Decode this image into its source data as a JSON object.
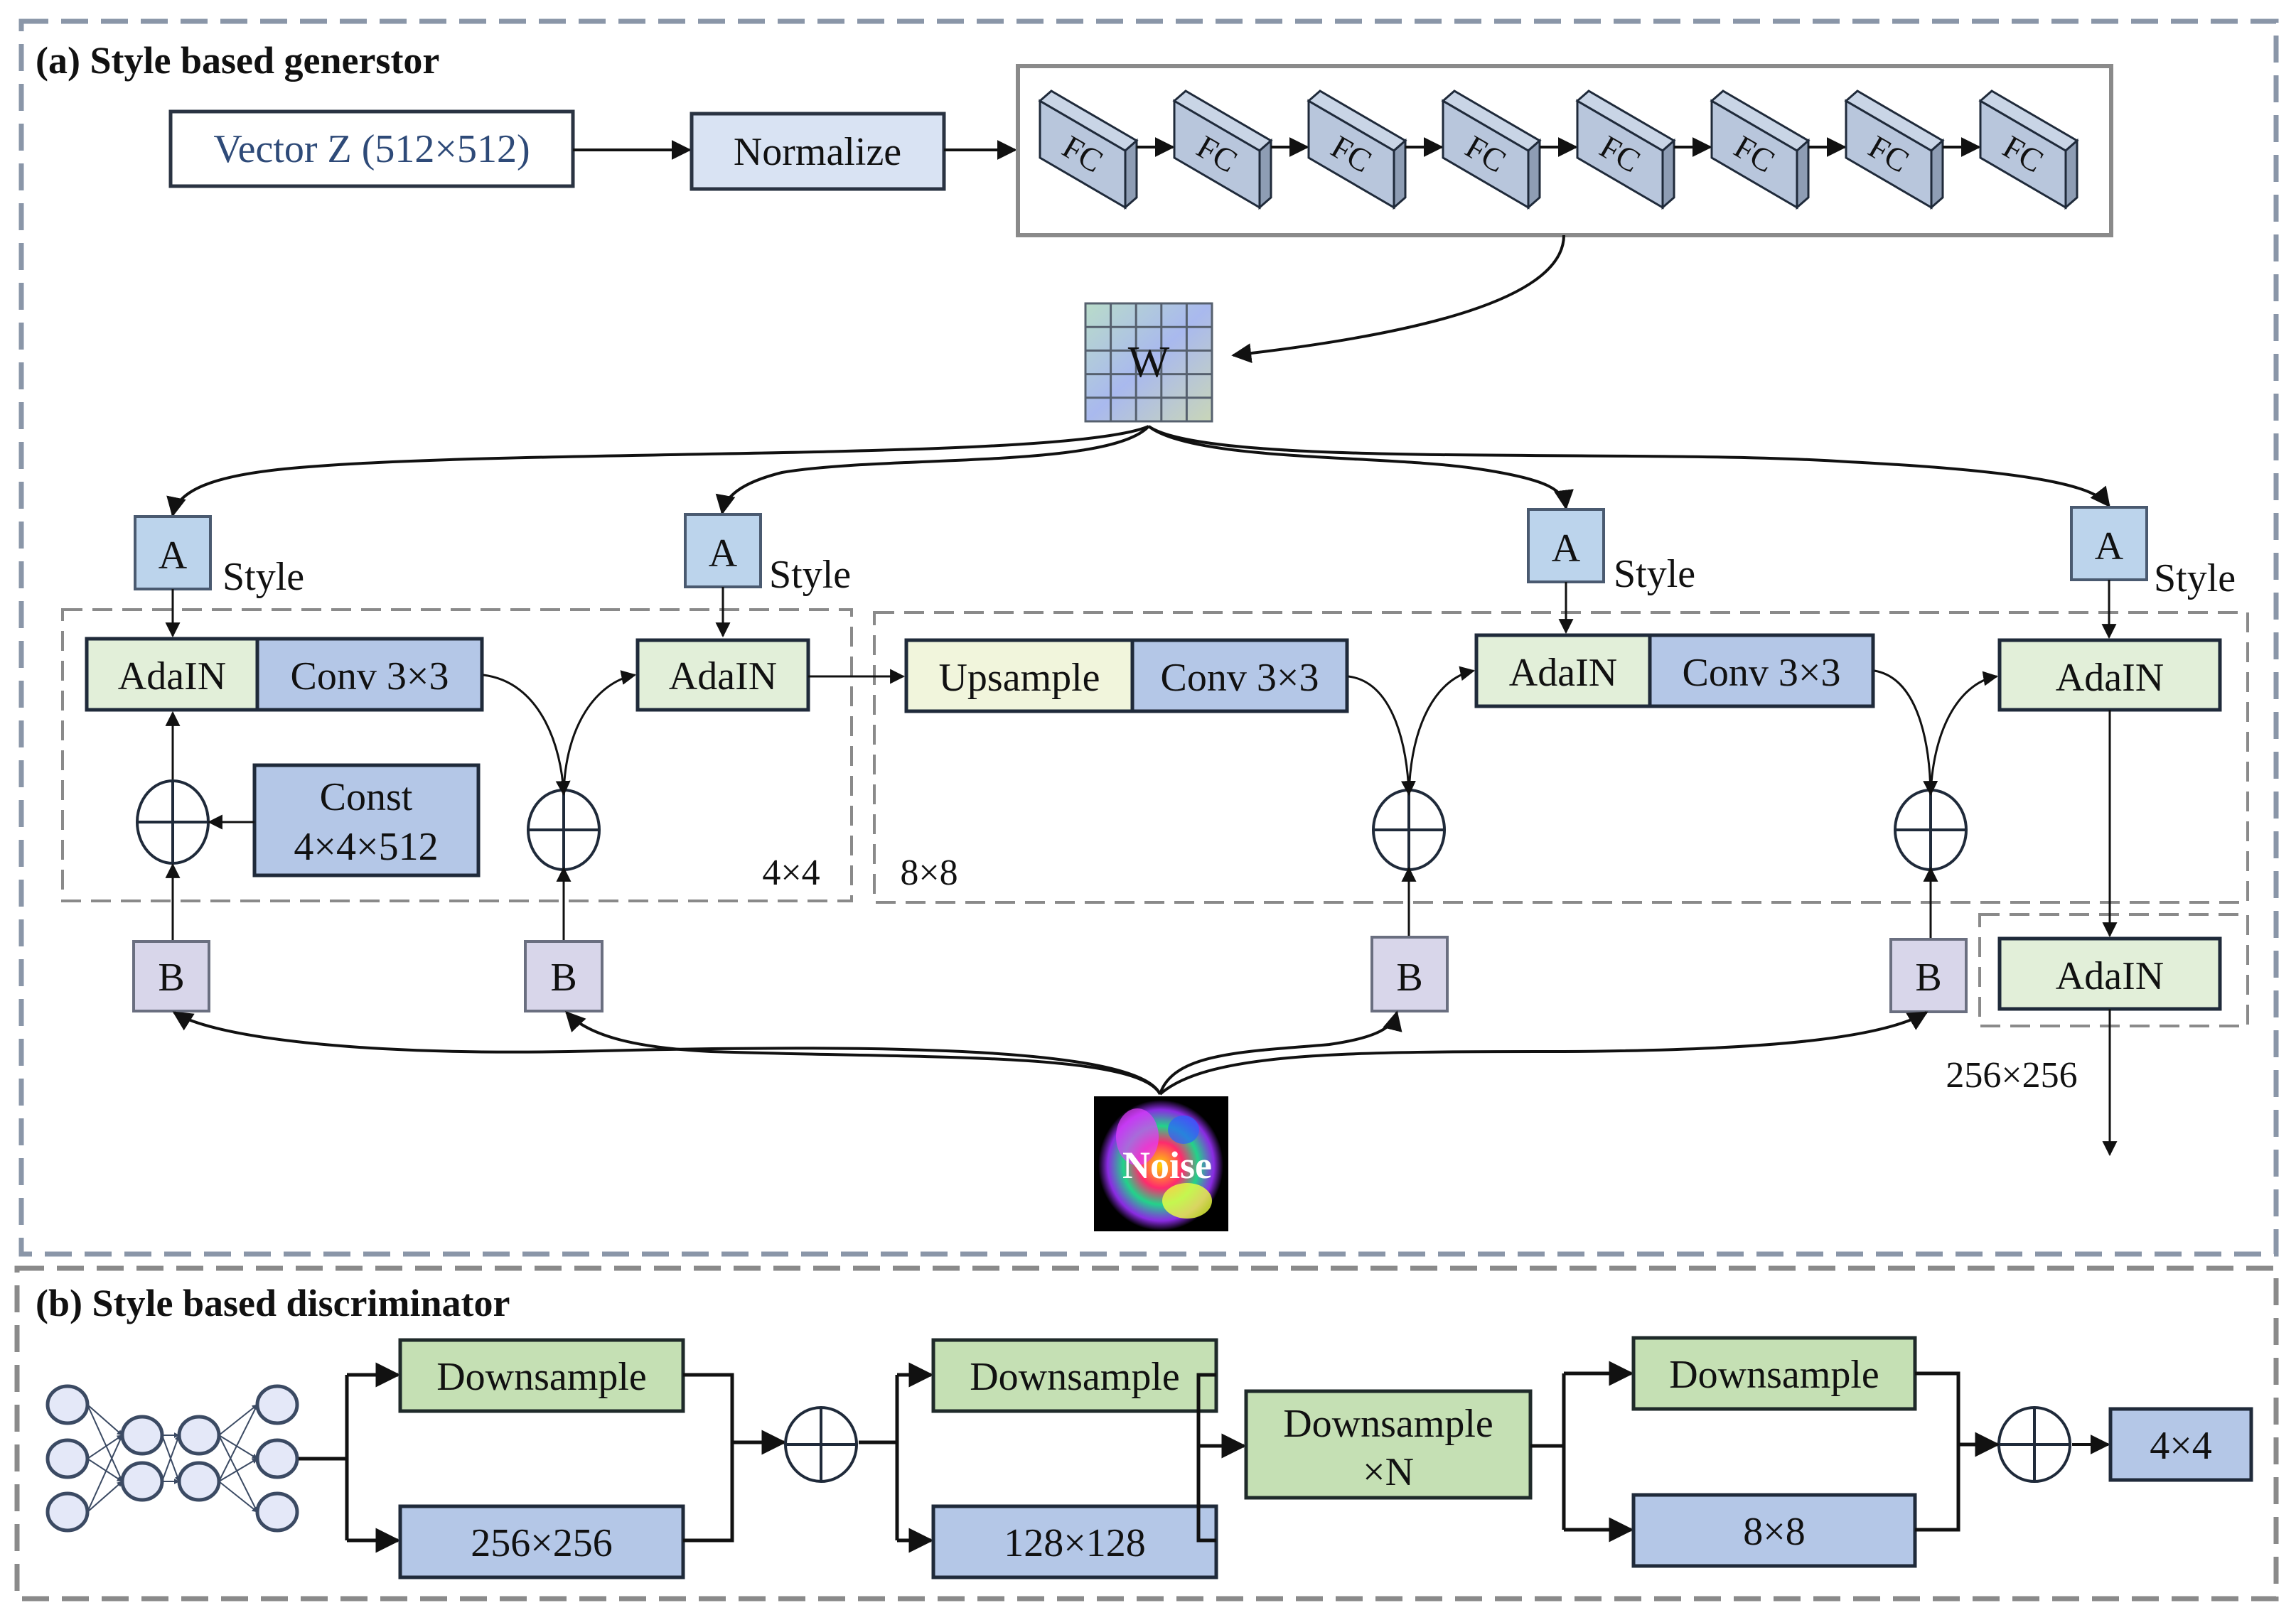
{
  "generator": {
    "title": "(a) Style based generstor",
    "input_label": "Vector Z (512×512)",
    "normalize_label": "Normalize",
    "fc_label": "FC",
    "fc_count": 8,
    "w_label": "W",
    "a_label": "A",
    "style_label": "Style",
    "b_label": "B",
    "adain_label": "AdaIN",
    "conv_label": "Conv 3×3",
    "upsample_label": "Upsample",
    "const_label_line1": "Const",
    "const_label_line2": "4×4×512",
    "block_4x4_label": "4×4",
    "block_8x8_label": "8×8",
    "output_label": "256×256",
    "noise_label": "Noise"
  },
  "discriminator": {
    "title": "(b) Style based discriminator",
    "downsample_label": "Downsample",
    "res_256_label": "256×256",
    "res_128_label": "128×128",
    "downsample_n_line1": "Downsample",
    "downsample_n_line2": "×N",
    "res_8_label": "8×8",
    "output_label": "4×4"
  },
  "colors": {
    "input_text": "#2e4a78",
    "normalize_fill": "#d9e3f3",
    "fc_fill": "#b8c6dc",
    "a_fill": "#bcd4ec",
    "b_fill": "#d8d6ea",
    "adain_fill": "#e2efd9",
    "conv_fill": "#b4c7e7",
    "upsample_fill": "#f1f5dc",
    "down_fill": "#c5e0b4",
    "res_fill": "#b4c7e7",
    "border_dash": "#8a8f99"
  }
}
